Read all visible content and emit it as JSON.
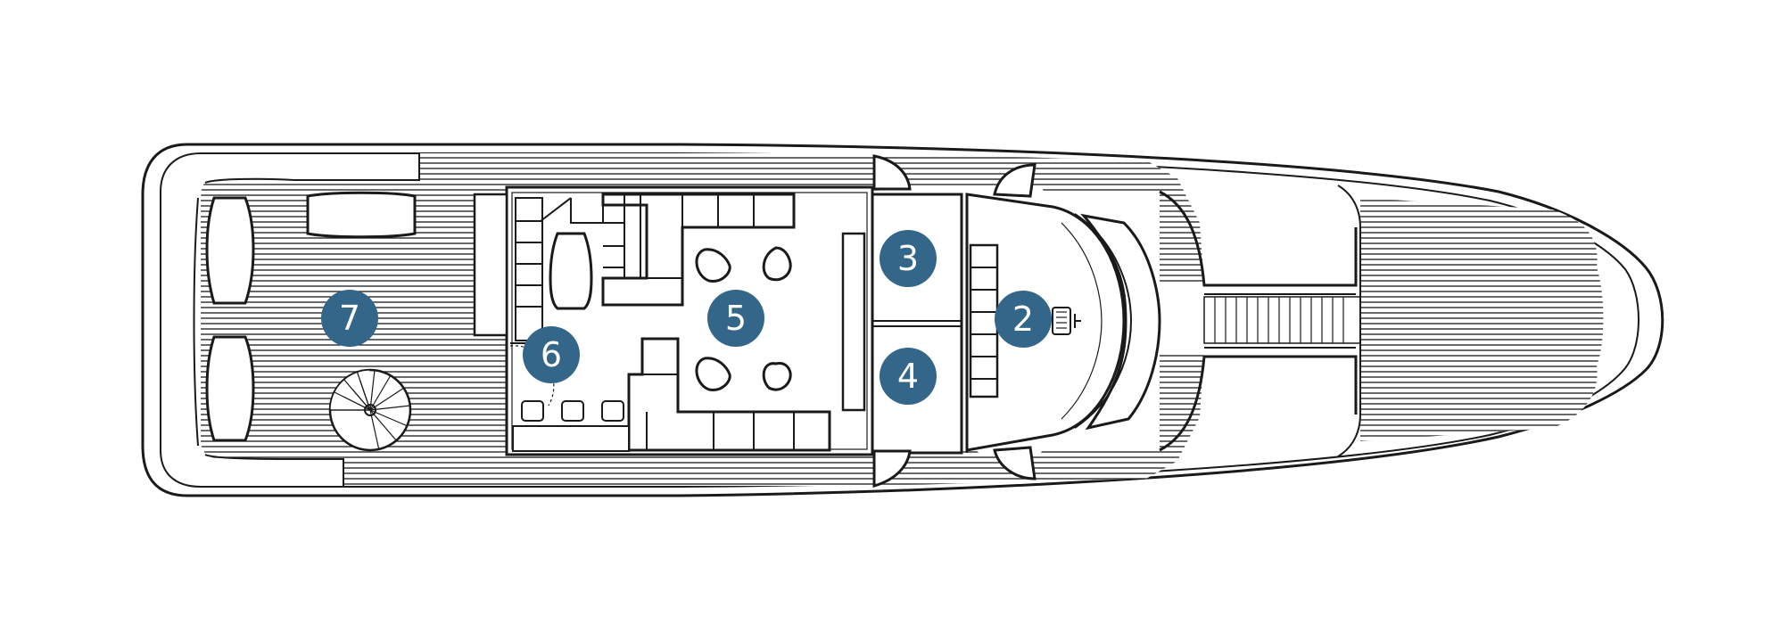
{
  "accent_color": "#336688",
  "hull_stroke_color": "#1a1a1a",
  "deck_hatch_color": "#1a1a1a",
  "markers": [
    {
      "id": "2",
      "label": "2"
    },
    {
      "id": "3",
      "label": "3"
    },
    {
      "id": "4",
      "label": "4"
    },
    {
      "id": "5",
      "label": "5"
    },
    {
      "id": "6",
      "label": "6"
    },
    {
      "id": "7",
      "label": "7"
    }
  ]
}
